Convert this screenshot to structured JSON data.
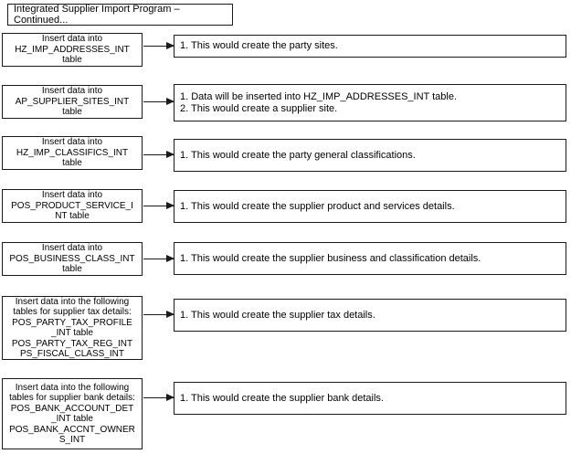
{
  "title": "Integrated Supplier Import Program – Continued...",
  "colors": {
    "background": "#ffffff",
    "border": "#1a1a1a",
    "text": "#000000"
  },
  "rows": [
    {
      "source": "Insert data into\nHZ_IMP_ADDRESSES_INT\ntable",
      "result": "1. This would create the party sites."
    },
    {
      "source": "Insert data into\nAP_SUPPLIER_SITES_INT\ntable",
      "result": "1. Data will be inserted into HZ_IMP_ADDRESSES_INT table.\n2. This would create a supplier site."
    },
    {
      "source": "Insert data into\nHZ_IMP_CLASSIFICS_INT\ntable",
      "result": "1. This would create the party general classifications."
    },
    {
      "source": "Insert data into\nPOS_PRODUCT_SERVICE_I\nNT table",
      "result": "1. This would create the supplier product and services details."
    },
    {
      "source": "Insert data into\nPOS_BUSINESS_CLASS_INT\ntable",
      "result": "1. This would create the supplier business and classification details."
    },
    {
      "source": "Insert data into the following\ntables for supplier tax details:\nPOS_PARTY_TAX_PROFILE\n_INT table\nPOS_PARTY_TAX_REG_INT\nPS_FISCAL_CLASS_INT",
      "result": "1. This would create the supplier tax details."
    },
    {
      "source": "Insert data into the following\ntables for supplier bank details:\nPOS_BANK_ACCOUNT_DET\n_INT table\nPOS_BANK_ACCNT_OWNER\nS_INT",
      "result": "1. This would create the supplier bank details."
    }
  ]
}
